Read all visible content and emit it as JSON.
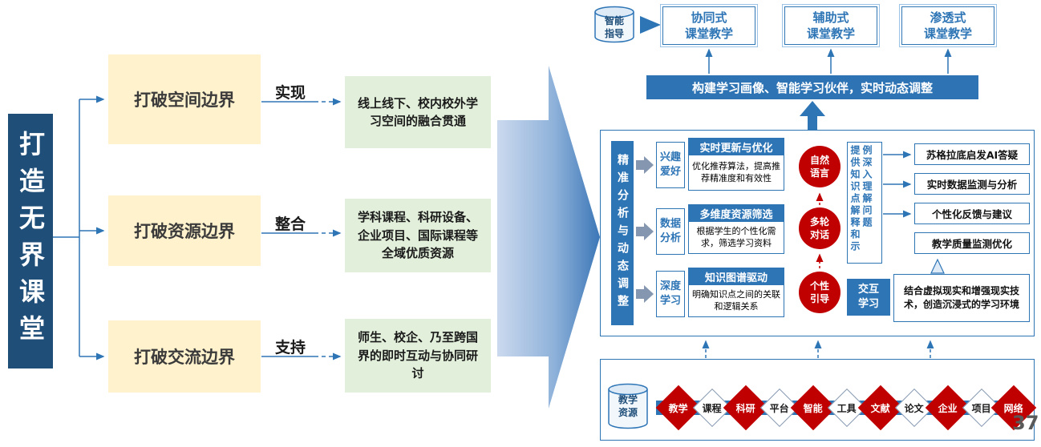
{
  "page_number": "37",
  "colors": {
    "primary_blue": "#2E75B6",
    "dark_blue": "#1F4E79",
    "accent_red": "#C00000",
    "yellow_box": "#FFF2CC",
    "green_box": "#E2EFDA"
  },
  "left_flow": {
    "title": "打造无界课堂",
    "rows": [
      {
        "boundary": "打破空间边界",
        "action": "实现",
        "result": "线上线下、校内校外学习空间的融合贯通"
      },
      {
        "boundary": "打破资源边界",
        "action": "整合",
        "result": "学科课程、科研设备、企业项目、国际课程等全域优质资源"
      },
      {
        "boundary": "打破交流边界",
        "action": "支持",
        "result": "师生、校企、乃至跨国界的即时互动与协同研讨"
      }
    ]
  },
  "guidance": {
    "db_label": "智能\n指导",
    "modes": [
      "协同式\n课堂教学",
      "辅助式\n课堂教学",
      "渗透式\n课堂教学"
    ],
    "banner": "构建学习画像、智能学习伙伴，实时动态调整"
  },
  "analysis": {
    "side_label": "精准分析与动态调整",
    "items": [
      {
        "tag": "兴趣\n爱好",
        "title": "实时更新与优化",
        "desc": "优化推荐算法，提高推荐精准度和有效性"
      },
      {
        "tag": "数据\n分析",
        "title": "多维度资源筛选",
        "desc": "根据学生的个性化需求，筛选学习资料"
      },
      {
        "tag": "深度\n学习",
        "title": "知识图谱驱动",
        "desc": "明确知识点之间的关联和逻辑关系"
      }
    ],
    "dialog_nodes": [
      "自然\n语言",
      "多轮\n对话",
      "个性\n引导"
    ],
    "note": "提供知识点解释和示例深入理解问题",
    "outputs": [
      "苏格拉底启发AI答疑",
      "实时数据监测与分析",
      "个性化反馈与建议",
      "教学质量监测优化"
    ],
    "interaction_label": "交互\n学习",
    "interaction_desc": "结合虚拟现实和增强现实技术，创造沉浸式的学习环境"
  },
  "resources": {
    "db_label": "教学\n资源",
    "items": [
      {
        "text": "教学",
        "variant": "red"
      },
      {
        "text": "课程",
        "variant": "white"
      },
      {
        "text": "科研",
        "variant": "red"
      },
      {
        "text": "平台",
        "variant": "white"
      },
      {
        "text": "智能",
        "variant": "red"
      },
      {
        "text": "工具",
        "variant": "white"
      },
      {
        "text": "文献",
        "variant": "red"
      },
      {
        "text": "论文",
        "variant": "white"
      },
      {
        "text": "企业",
        "variant": "red"
      },
      {
        "text": "项目",
        "variant": "white"
      },
      {
        "text": "网络",
        "variant": "red"
      }
    ]
  }
}
